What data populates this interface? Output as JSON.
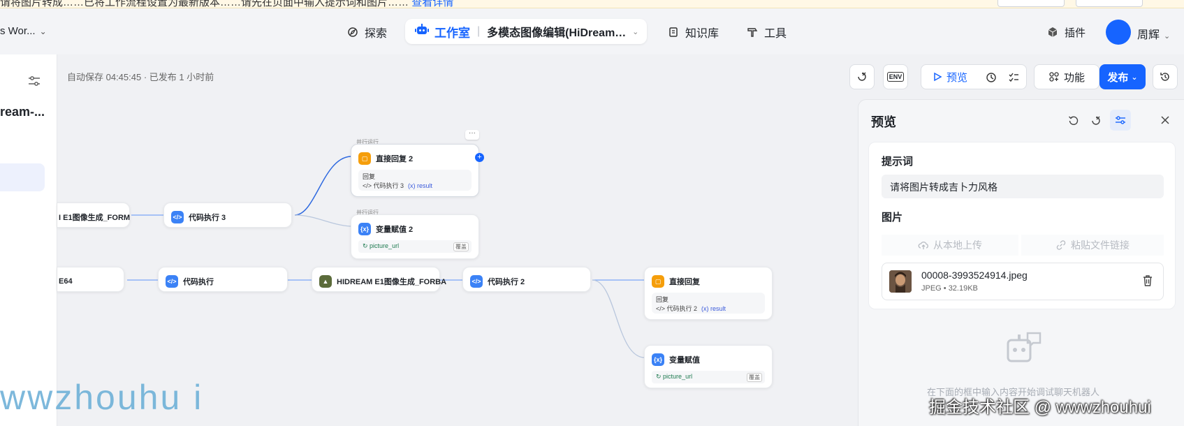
{
  "notice": {
    "text": "请将图片转成……已将工作流程设置为最新版本……请先在页面中输入提示词和图片……",
    "link": "查看详情"
  },
  "header": {
    "workspace": "s Wor...",
    "nav": [
      {
        "label": "探索",
        "icon": "explore-icon"
      },
      {
        "label": "知识库",
        "icon": "book-icon"
      },
      {
        "label": "工具",
        "icon": "hammer-icon"
      }
    ],
    "studio_label": "工作室",
    "project": "多模态图像编辑(HiDream-...",
    "plugin": "插件",
    "user": "周辉"
  },
  "leftpanel": {
    "project_name": "ream-..."
  },
  "toolbar": {
    "autosave": "自动保存 04:45:45 · 已发布 1 小时前",
    "env": "ENV",
    "preview": "预览",
    "features": "功能",
    "publish": "发布"
  },
  "nodes": {
    "n_form": "I E1图像生成_FORM",
    "n_code3": "代码执行 3",
    "par1": "并行运行",
    "n_reply2": "直接回复 2",
    "n_reply2_label": "回复",
    "n_reply2_chip1": "代码执行 3",
    "n_reply2_chip2": "(x) result",
    "par2": "并行运行",
    "n_var2": "变量赋值 2",
    "n_var2_field": "picture_url",
    "n_var2_tag": "覆盖",
    "n_b64": "E64",
    "n_code": "代码执行",
    "n_hidream": "HIDREAM E1图像生成_FORBA",
    "n_code2": "代码执行 2",
    "n_reply": "直接回复",
    "n_reply_label": "回复",
    "n_reply_chip1": "代码执行 2",
    "n_reply_chip2": "(x) result",
    "n_var": "变量赋值",
    "n_var_field": "picture_url",
    "n_var_tag": "覆盖"
  },
  "preview": {
    "title": "预览",
    "prompt_label": "提示词",
    "prompt_value": "请将图片转成吉卜力风格",
    "image_label": "图片",
    "upload_local": "从本地上传",
    "paste_link": "粘贴文件链接",
    "file_name": "00008-3993524914.jpeg",
    "file_meta": "JPEG • 32.19KB",
    "hint": "在下面的框中输入内容开始调试聊天机器人"
  },
  "watermarks": {
    "left": "wwzhouhu i",
    "right": "掘金技术社区 @ wwwzhouhui"
  },
  "colors": {
    "accent": "#1664ff",
    "orange": "#f59e0b",
    "node_blue": "#3b82f6"
  }
}
